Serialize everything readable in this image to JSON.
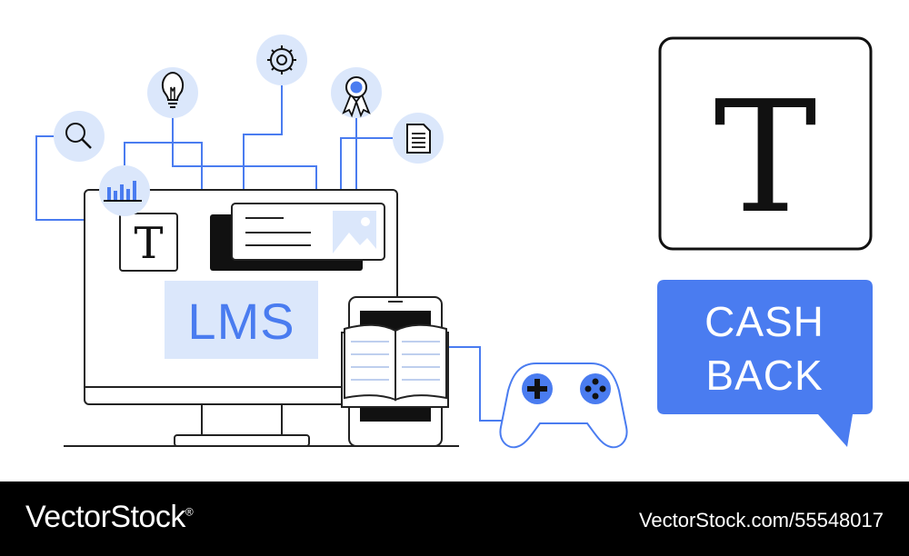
{
  "colors": {
    "accent": "#4a7cf0",
    "accent_light": "#dbe7fb",
    "line": "#222222",
    "background": "#ffffff",
    "footer": "#000000"
  },
  "screen": {
    "lms_label": "LMS",
    "small_type_glyph": "T"
  },
  "big_type_card": {
    "glyph": "T"
  },
  "cashback_bubble": {
    "line1": "CASH",
    "line2": "BACK"
  },
  "icons": [
    "search-icon",
    "lightbulb-icon",
    "gear-icon",
    "award-ribbon-icon",
    "document-icon",
    "bar-chart-icon",
    "image-icon",
    "gamepad-icon",
    "open-book-icon",
    "tablet-icon",
    "monitor-icon"
  ],
  "footer": {
    "brand": "VectorStock",
    "registered": "®",
    "image_id": "VectorStock.com/55548017"
  }
}
